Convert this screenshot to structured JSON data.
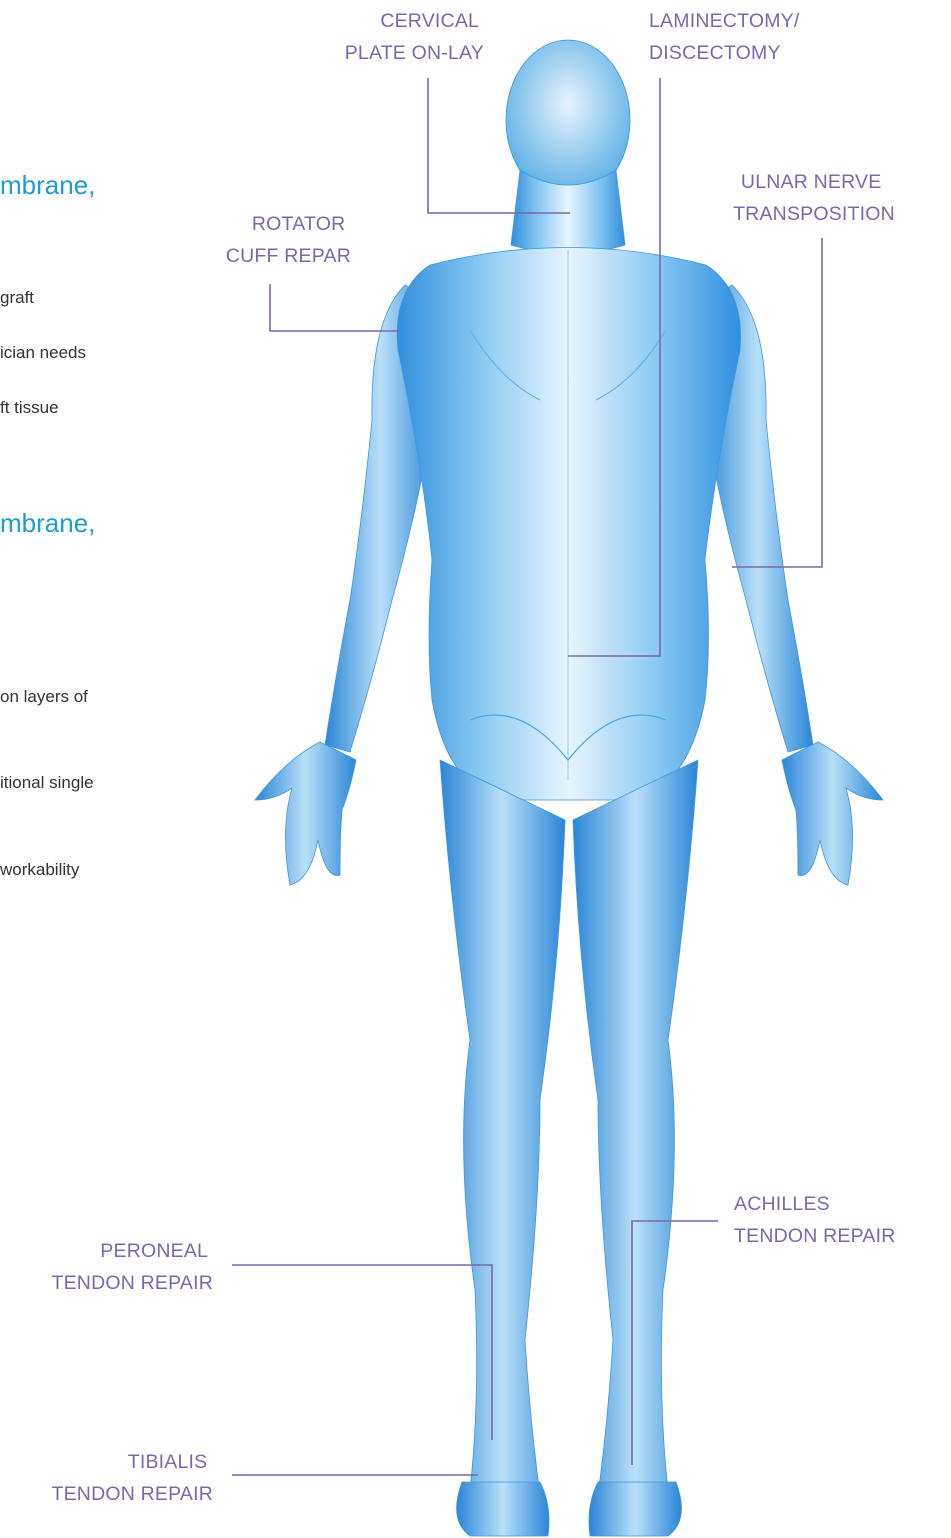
{
  "text_panel": {
    "section1": {
      "heading": "mbrane,",
      "bullets": [
        "graft",
        "ician needs",
        "ft tissue"
      ]
    },
    "section2": {
      "heading": "mbrane,",
      "bullets": [
        "on layers of",
        "itional single",
        "workability"
      ]
    }
  },
  "diagram": {
    "figure": "human-body-posterior-view",
    "colors": {
      "body": "#4aa8e8",
      "callout": "#7d66b0",
      "heading": "#1e9ad6"
    },
    "callouts": [
      {
        "id": "cervical-plate-on-lay",
        "lines": [
          "CERVICAL",
          "PLATE ON-LAY"
        ]
      },
      {
        "id": "laminectomy-discectomy",
        "lines": [
          "LAMINECTOMY/",
          "DISCECTOMY"
        ]
      },
      {
        "id": "ulnar-nerve-transposition",
        "lines": [
          "ULNAR NERVE",
          "TRANSPOSITION"
        ]
      },
      {
        "id": "rotator-cuff-repar",
        "lines": [
          "ROTATOR",
          "CUFF REPAR"
        ]
      },
      {
        "id": "achilles-tendon-repair",
        "lines": [
          "ACHILLES",
          "TENDON REPAIR"
        ]
      },
      {
        "id": "peroneal-tendon-repair",
        "lines": [
          "PERONEAL",
          "TENDON REPAIR"
        ]
      },
      {
        "id": "tibialis-tendon-repair",
        "lines": [
          "TIBIALIS",
          "TENDON REPAIR"
        ]
      }
    ]
  }
}
